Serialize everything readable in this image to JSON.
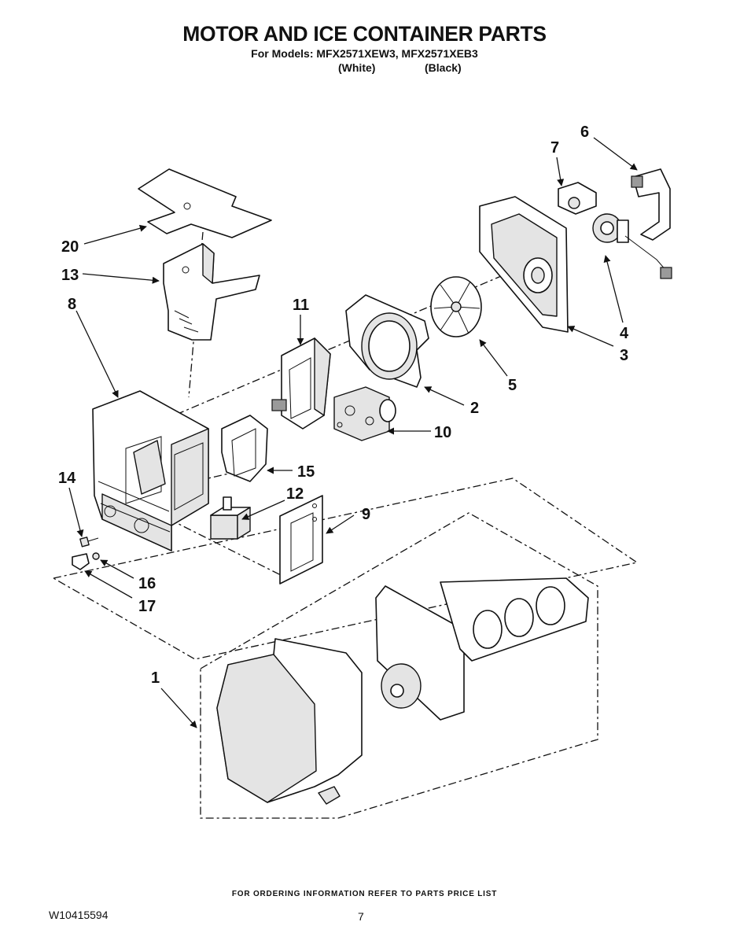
{
  "header": {
    "title": "MOTOR AND ICE CONTAINER PARTS",
    "models": "For Models: MFX2571XEW3, MFX2571XEB3",
    "variant_white": "(White)",
    "variant_black": "(Black)"
  },
  "callouts": {
    "c1": "1",
    "c2": "2",
    "c3": "3",
    "c4": "4",
    "c5": "5",
    "c6": "6",
    "c7": "7",
    "c8": "8",
    "c9": "9",
    "c10": "10",
    "c11": "11",
    "c12": "12",
    "c13": "13",
    "c14": "14",
    "c15": "15",
    "c16": "16",
    "c17": "17",
    "c20": "20"
  },
  "footer": {
    "ordering_note": "FOR ORDERING INFORMATION REFER TO PARTS PRICE LIST",
    "document_number": "W10415594",
    "page_number": "7"
  }
}
